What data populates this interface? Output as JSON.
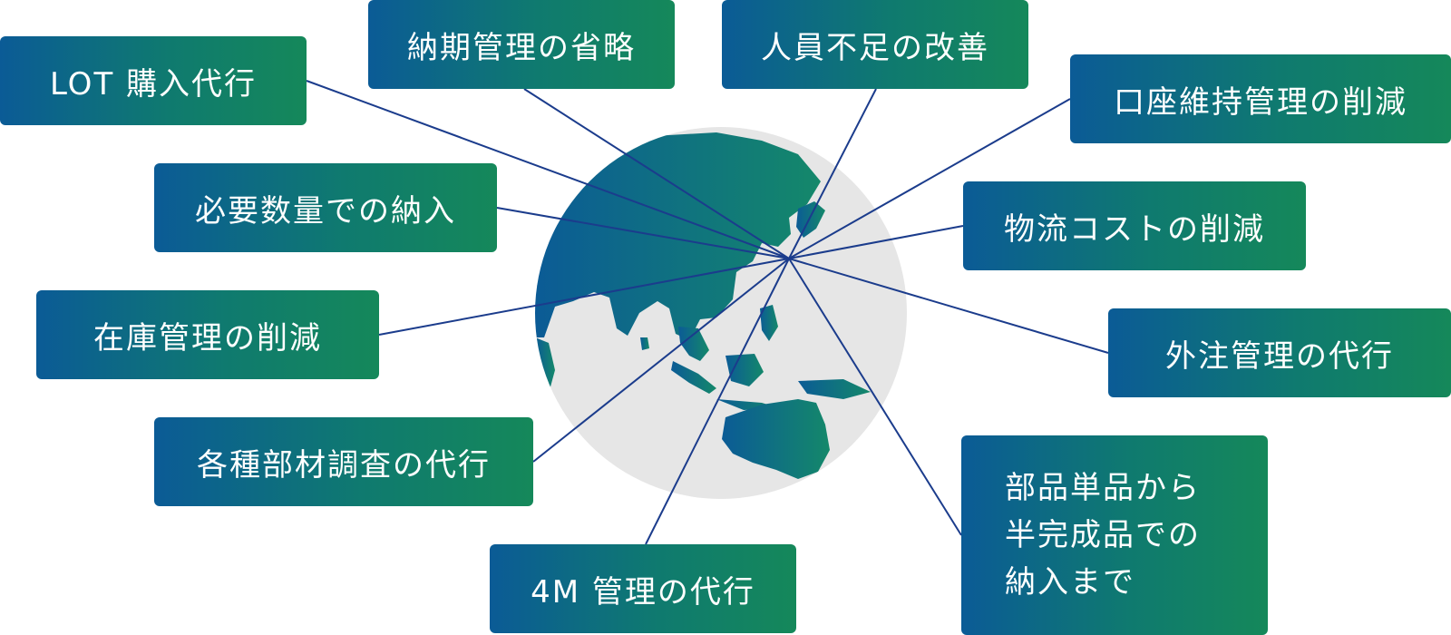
{
  "colors": {
    "box_gradient_start": "#0b5b96",
    "box_gradient_end": "#15885a",
    "connector": "#1b3c8c",
    "globe_ocean": "#e6e6e6",
    "globe_land": "#0e6f7c"
  },
  "hub": "globe-east-asia",
  "boxes": {
    "lot": "LOT 購入代行",
    "noki": "納期管理の省略",
    "jinin": "人員不足の改善",
    "koza": "口座維持管理の削減",
    "hitsuyo": "必要数量での納入",
    "butsuryu": "物流コストの削減",
    "zaiko": "在庫管理の削減",
    "gaichu": "外注管理の代行",
    "kakushu": "各種部材調査の代行",
    "m4": "4M 管理の代行",
    "buhin": [
      "部品単品から",
      "半完成品での",
      "納入まで"
    ]
  }
}
